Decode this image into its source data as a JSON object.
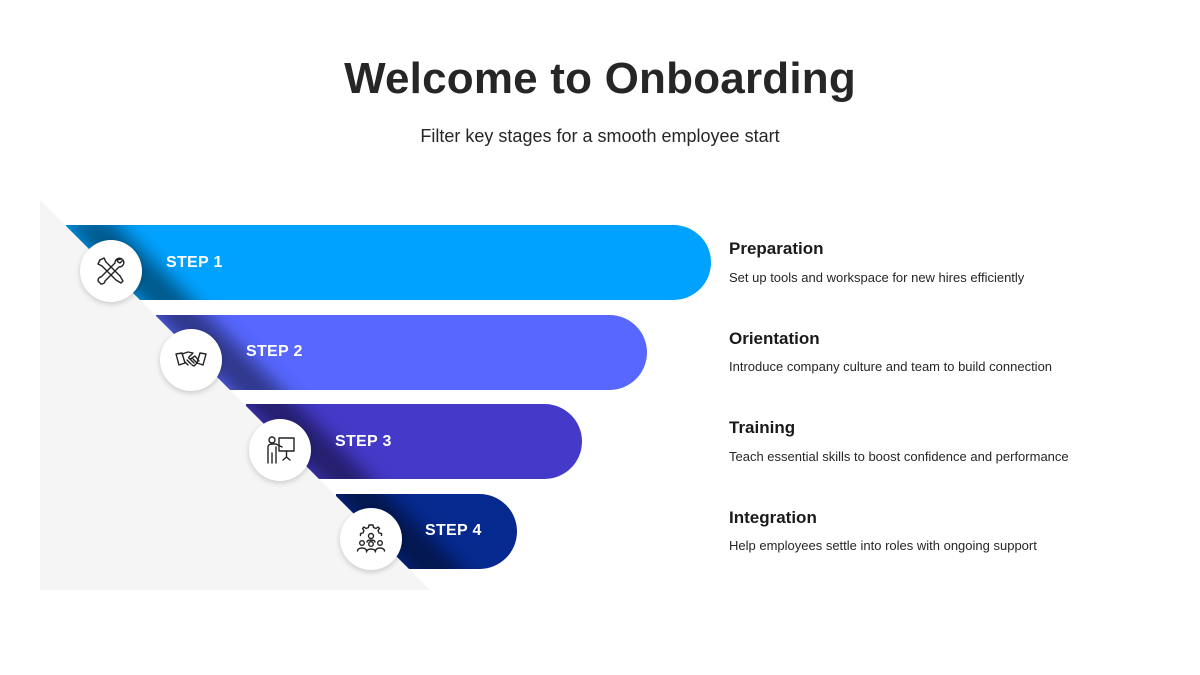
{
  "title": "Welcome to Onboarding",
  "subtitle": "Filter key stages for a smooth employee start",
  "steps": [
    {
      "label": "STEP 1",
      "heading": "Preparation",
      "description": "Set up tools and workspace for new hires efficiently",
      "color": "#00A2FF",
      "icon": "tools-icon"
    },
    {
      "label": "STEP 2",
      "heading": "Orientation",
      "description": "Introduce company culture and team to build connection",
      "color": "#5767FF",
      "icon": "handshake-icon"
    },
    {
      "label": "STEP 3",
      "heading": "Training",
      "description": "Teach essential skills to boost confidence and performance",
      "color": "#4439C9",
      "icon": "presentation-icon"
    },
    {
      "label": "STEP 4",
      "heading": "Integration",
      "description": "Help employees settle into roles with ongoing support",
      "color": "#06298F",
      "icon": "team-gear-icon"
    }
  ]
}
